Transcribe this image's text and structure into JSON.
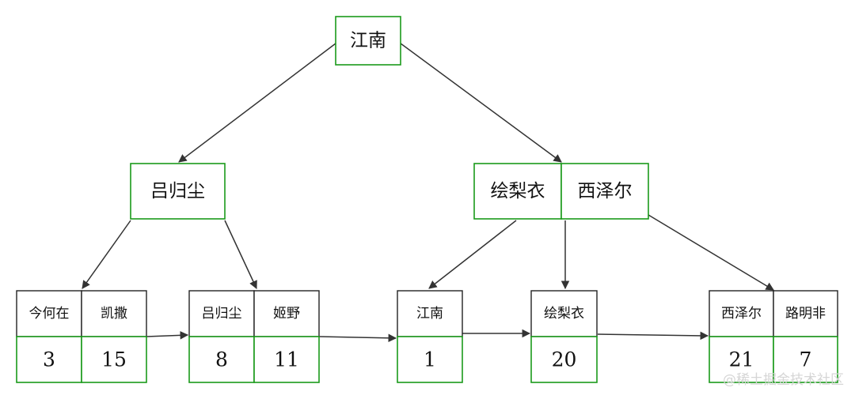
{
  "colors": {
    "node_border": "#1a9a1a",
    "key_border": "#222222",
    "edge": "#333333",
    "text": "#111111",
    "watermark": "#d6d6d6"
  },
  "root": {
    "keys": [
      "江南"
    ]
  },
  "internal": [
    {
      "keys": [
        "吕归尘"
      ]
    },
    {
      "keys": [
        "绘梨衣",
        "西泽尔"
      ]
    }
  ],
  "leaves": [
    {
      "cells": [
        {
          "key": "今何在",
          "value": "3"
        },
        {
          "key": "凯撒",
          "value": "15"
        }
      ]
    },
    {
      "cells": [
        {
          "key": "吕归尘",
          "value": "8"
        },
        {
          "key": "姬野",
          "value": "11"
        }
      ]
    },
    {
      "cells": [
        {
          "key": "江南",
          "value": "1"
        }
      ]
    },
    {
      "cells": [
        {
          "key": "绘梨衣",
          "value": "20"
        }
      ]
    },
    {
      "cells": [
        {
          "key": "西泽尔",
          "value": "21"
        },
        {
          "key": "路明非",
          "value": "7"
        }
      ]
    }
  ],
  "watermark": "@稀土掘金技术社区"
}
